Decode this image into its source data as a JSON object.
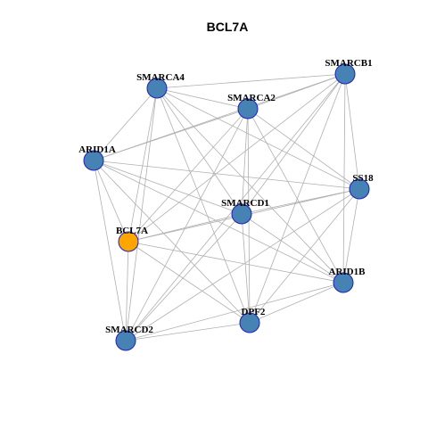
{
  "title": "BCL7A",
  "colors": {
    "node_default": "#4682b4",
    "node_focus": "#ffa500",
    "node_stroke": "#1f1fbf",
    "edge": "#b0b0b0"
  },
  "nodes": [
    {
      "id": "SMARCA4",
      "label": "SMARCA4",
      "focus": false
    },
    {
      "id": "SMARCB1",
      "label": "SMARCB1",
      "focus": false
    },
    {
      "id": "SMARCA2",
      "label": "SMARCA2",
      "focus": false
    },
    {
      "id": "ARID1A",
      "label": "ARID1A",
      "focus": false
    },
    {
      "id": "SS18",
      "label": "SS18",
      "focus": false
    },
    {
      "id": "SMARCD1",
      "label": "SMARCD1",
      "focus": false
    },
    {
      "id": "BCL7A",
      "label": "BCL7A",
      "focus": true
    },
    {
      "id": "ARID1B",
      "label": "ARID1B",
      "focus": false
    },
    {
      "id": "DPF2",
      "label": "DPF2",
      "focus": false
    },
    {
      "id": "SMARCD2",
      "label": "SMARCD2",
      "focus": false
    }
  ],
  "edges": [
    [
      "SMARCA4",
      "SMARCB1"
    ],
    [
      "SMARCA4",
      "SMARCA2"
    ],
    [
      "SMARCA4",
      "ARID1A"
    ],
    [
      "SMARCA4",
      "SS18"
    ],
    [
      "SMARCA4",
      "SMARCD1"
    ],
    [
      "SMARCA4",
      "BCL7A"
    ],
    [
      "SMARCA4",
      "ARID1B"
    ],
    [
      "SMARCA4",
      "DPF2"
    ],
    [
      "SMARCA4",
      "SMARCD2"
    ],
    [
      "SMARCB1",
      "SMARCA2"
    ],
    [
      "SMARCB1",
      "ARID1A"
    ],
    [
      "SMARCB1",
      "SS18"
    ],
    [
      "SMARCB1",
      "SMARCD1"
    ],
    [
      "SMARCB1",
      "BCL7A"
    ],
    [
      "SMARCB1",
      "ARID1B"
    ],
    [
      "SMARCB1",
      "DPF2"
    ],
    [
      "SMARCB1",
      "SMARCD2"
    ],
    [
      "SMARCA2",
      "ARID1A"
    ],
    [
      "SMARCA2",
      "SS18"
    ],
    [
      "SMARCA2",
      "SMARCD1"
    ],
    [
      "SMARCA2",
      "BCL7A"
    ],
    [
      "SMARCA2",
      "ARID1B"
    ],
    [
      "SMARCA2",
      "DPF2"
    ],
    [
      "SMARCA2",
      "SMARCD2"
    ],
    [
      "ARID1A",
      "SS18"
    ],
    [
      "ARID1A",
      "SMARCD1"
    ],
    [
      "ARID1A",
      "BCL7A"
    ],
    [
      "ARID1A",
      "ARID1B"
    ],
    [
      "ARID1A",
      "DPF2"
    ],
    [
      "ARID1A",
      "SMARCD2"
    ],
    [
      "SS18",
      "SMARCD1"
    ],
    [
      "SS18",
      "BCL7A"
    ],
    [
      "SS18",
      "ARID1B"
    ],
    [
      "SS18",
      "DPF2"
    ],
    [
      "SS18",
      "SMARCD2"
    ],
    [
      "SMARCD1",
      "BCL7A"
    ],
    [
      "SMARCD1",
      "ARID1B"
    ],
    [
      "SMARCD1",
      "DPF2"
    ],
    [
      "SMARCD1",
      "SMARCD2"
    ],
    [
      "BCL7A",
      "ARID1B"
    ],
    [
      "BCL7A",
      "DPF2"
    ],
    [
      "BCL7A",
      "SMARCD2"
    ],
    [
      "ARID1B",
      "DPF2"
    ],
    [
      "ARID1B",
      "SMARCD2"
    ],
    [
      "DPF2",
      "SMARCD2"
    ]
  ]
}
